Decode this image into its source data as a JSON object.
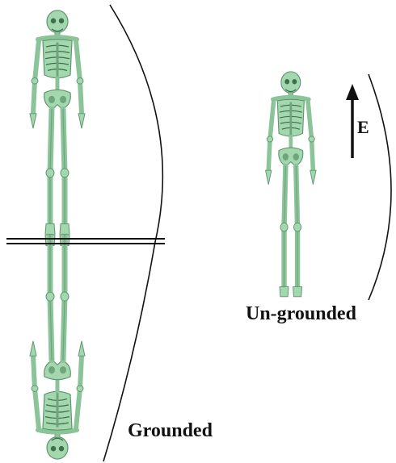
{
  "labels": {
    "grounded": "Grounded",
    "ungrounded": "Un-grounded",
    "field": "E"
  },
  "colors": {
    "bone": "#a3d8ae",
    "bone_shade": "#6fa47c",
    "bone_dark": "#3f6f4c",
    "ink": "#111111"
  },
  "icons": {
    "figure": "human-skeleton-icon",
    "field_arrow": "arrow-up-icon"
  }
}
